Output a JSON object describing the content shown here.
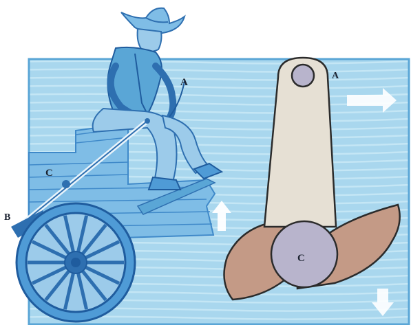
{
  "figure": {
    "labels": {
      "driver_lever_top": "A",
      "driver_lever_pivot": "C",
      "driver_lever_end": "B",
      "brake_arm_top": "A",
      "brake_pivot": "C"
    }
  },
  "colors": {
    "panel": "#a9d7ee",
    "panel_stripe": "#c4e6f5",
    "panel_edge": "#5aa6d6",
    "figure_blue": "#4f9bd6",
    "figure_dark": "#2e6fb0",
    "arm_fill": "#e6e0d4",
    "cam_fill": "#c49a86",
    "hub_fill": "#b8b4cc",
    "arrow_fill": "#ffffff"
  },
  "icons": [
    "arrow-right-icon",
    "arrow-up-icon",
    "arrow-down-icon"
  ]
}
